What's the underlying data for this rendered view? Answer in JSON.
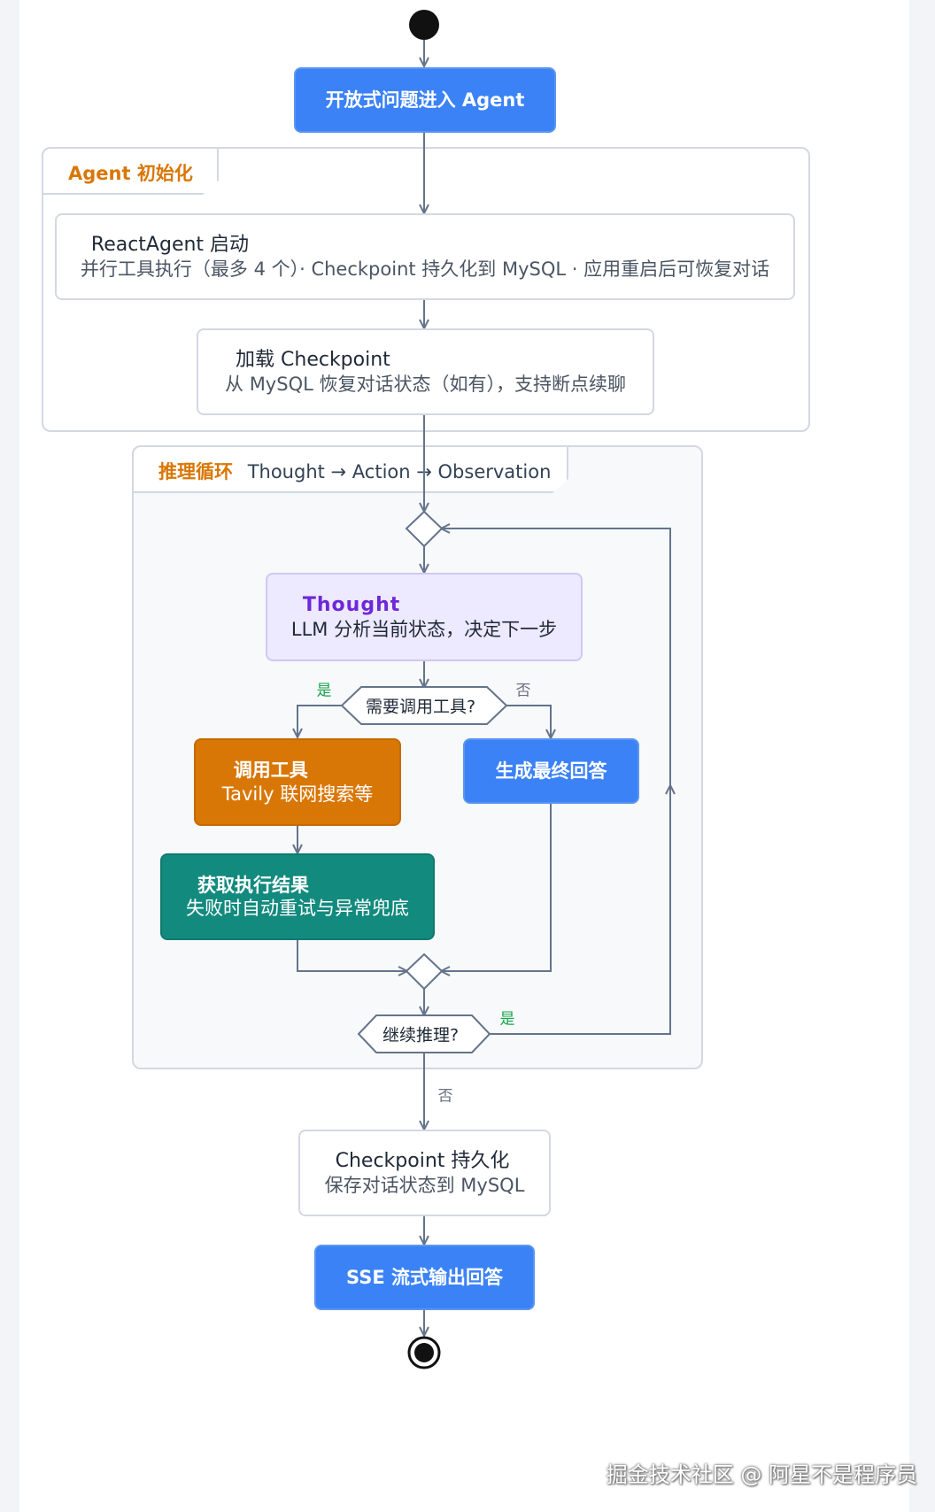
{
  "nodes": {
    "entry": "开放式问题进入 Agent",
    "react_start": {
      "title": "ReactAgent 启动",
      "detail": "并行工具执行（最多 4 个）· Checkpoint 持久化到 MySQL · 应用重启后可恢复对话"
    },
    "load_checkpoint": {
      "title": "加载 Checkpoint",
      "detail": "从 MySQL 恢复对话状态（如有），支持断点续聊"
    },
    "thought": {
      "title": "Thought",
      "detail": "LLM 分析当前状态，决定下一步"
    },
    "need_tool": "需要调用工具?",
    "call_tool": {
      "title": "调用工具",
      "detail": "Tavily 联网搜索等"
    },
    "final_answer": "生成最终回答",
    "get_result": {
      "title": "获取执行结果",
      "detail": "失败时自动重试与异常兜底"
    },
    "continue": "继续推理?",
    "persist": {
      "title": "Checkpoint 持久化",
      "detail": "保存对话状态到 MySQL"
    },
    "sse": "SSE 流式输出回答"
  },
  "groups": {
    "init": {
      "title": "Agent 初始化"
    },
    "loop": {
      "title": "推理循环",
      "subtitle": "Thought → Action → Observation"
    }
  },
  "edge_labels": {
    "need_tool_yes": "是",
    "need_tool_no": "否",
    "continue_yes": "是",
    "continue_no": "否"
  },
  "colors": {
    "primary_blue": "#3b82f6",
    "orange": "#d97706",
    "teal": "#138a7e",
    "purple_fill": "#ede9fe",
    "purple_text": "#6d28d9",
    "edge": "#64748b",
    "yes_label": "#16a34a"
  },
  "watermark": "掘金技术社区 @ 阿星不是程序员"
}
